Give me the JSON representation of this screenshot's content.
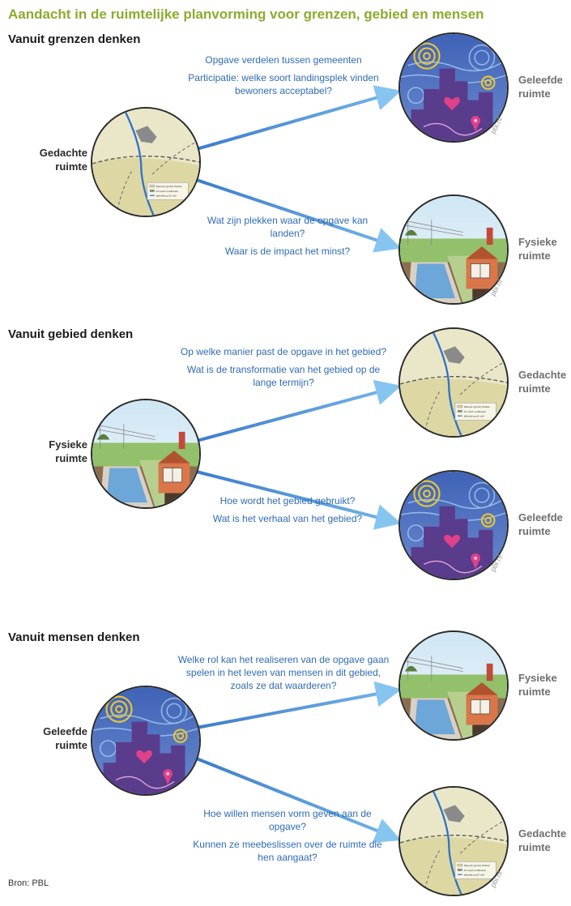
{
  "title": "Aandacht in de ruimtelijke planvorming voor grenzen, gebied en mensen",
  "source": "Bron: PBL",
  "watermark": "pbl.nl",
  "colors": {
    "title": "#8cab2e",
    "question_text": "#2f6bb3",
    "connector_start": "#2e6fc4",
    "connector_end": "#86c5ef"
  },
  "map_legend": [
    "Nieuwe (grote) fietsen",
    "zill veeli voelbileen",
    "afbjalaing zill vell"
  ],
  "sections": [
    {
      "heading": "Vanuit grenzen denken",
      "source_label": "Gedachte ruimte",
      "source_icon": "map-circle-icon",
      "targets": [
        {
          "label": "Geleefde ruimte",
          "icon": "city-night-circle-icon",
          "questions": [
            "Opgave verdelen tussen gemeenten",
            "Participatie: welke soort landingsplek vinden bewoners acceptabel?"
          ]
        },
        {
          "label": "Fysieke ruimte",
          "icon": "landscape-circle-icon",
          "questions": [
            "Wat zijn plekken waar de opgave kan landen?",
            "Waar is de impact het minst?"
          ]
        }
      ]
    },
    {
      "heading": "Vanuit gebied denken",
      "source_label": "Fysieke ruimte",
      "source_icon": "landscape-circle-icon",
      "targets": [
        {
          "label": "Gedachte ruimte",
          "icon": "map-circle-icon",
          "questions": [
            "Op welke manier past de opgave in het gebied?",
            "Wat is de transformatie van het gebied op de lange termijn?"
          ]
        },
        {
          "label": "Geleefde ruimte",
          "icon": "city-night-circle-icon",
          "questions": [
            "Hoe wordt het gebied gebruikt?",
            "Wat is het verhaal van het gebied?"
          ]
        }
      ]
    },
    {
      "heading": "Vanuit mensen denken",
      "source_label": "Geleefde ruimte",
      "source_icon": "city-night-circle-icon",
      "targets": [
        {
          "label": "Fysieke ruimte",
          "icon": "landscape-circle-icon",
          "questions": [
            "Welke rol kan het realiseren van de opgave gaan spelen in het leven van mensen in dit gebied, zoals ze dat waarderen?"
          ]
        },
        {
          "label": "Gedachte ruimte",
          "icon": "map-circle-icon",
          "questions": [
            "Hoe willen mensen vorm geven aan de opgave?",
            "Kunnen ze meebeslissen over de ruimte die hen aangaat?"
          ]
        }
      ]
    }
  ]
}
